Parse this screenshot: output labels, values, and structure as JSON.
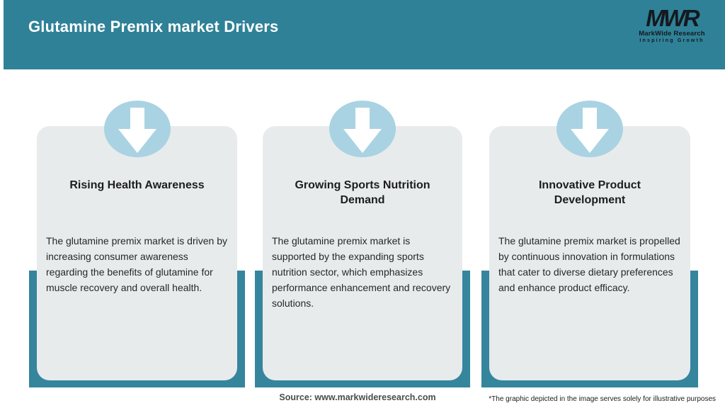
{
  "page": {
    "title": "Glutamine Premix market Drivers"
  },
  "logo": {
    "monogram": "MWR",
    "company": "MarkWide Research",
    "tagline": "Inspiring Growth"
  },
  "icons": {
    "card_arrow": "down-arrow-icon"
  },
  "cards": [
    {
      "title": "Rising Health Awareness",
      "description": "The glutamine premix market is driven by\nincreasing consumer awareness\nregarding the benefits of glutamine for\nmuscle recovery and overall health."
    },
    {
      "title": "Growing Sports Nutrition\nDemand",
      "description": "The glutamine premix market is\nsupported by the expanding sports\nnutrition sector, which emphasizes\nperformance enhancement and recovery\nsolutions."
    },
    {
      "title": "Innovative Product\nDevelopment",
      "description": "The glutamine premix market is propelled\nby continuous innovation in formulations\nthat cater to diverse dietary preferences\nand enhance product efficacy."
    }
  ],
  "footer": {
    "source": "Source: www.markwideresearch.com",
    "disclaimer": "*The graphic depicted in the image serves solely for illustrative purposes"
  },
  "colors": {
    "header_bg": "#2f8197",
    "shadow_teal": "#35859d",
    "circle_blue": "#a9d3e2",
    "card_bg": "#e8ebec",
    "title_text": "#ffffff",
    "body_text": "#272727"
  }
}
